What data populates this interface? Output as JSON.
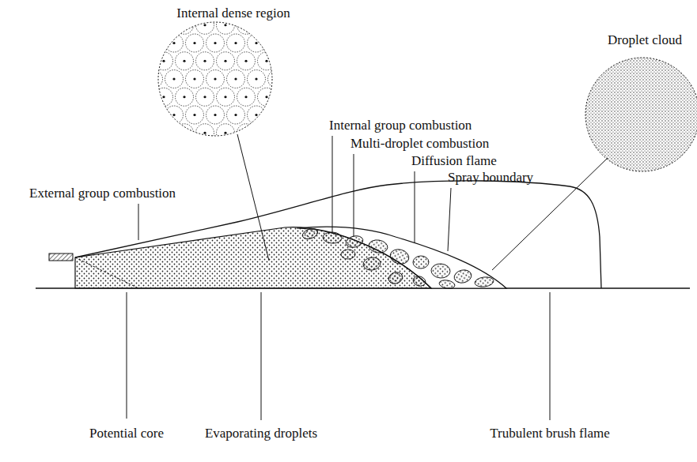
{
  "diagram": {
    "labels": [
      "Internal dense region",
      "Droplet cloud",
      "Internal group combustion",
      "Multi-droplet combustion",
      "Diffusion flame",
      "Spray boundary",
      "External group combustion",
      "Potential core",
      "Evaporating droplets",
      "Trubulent brush flame"
    ]
  }
}
